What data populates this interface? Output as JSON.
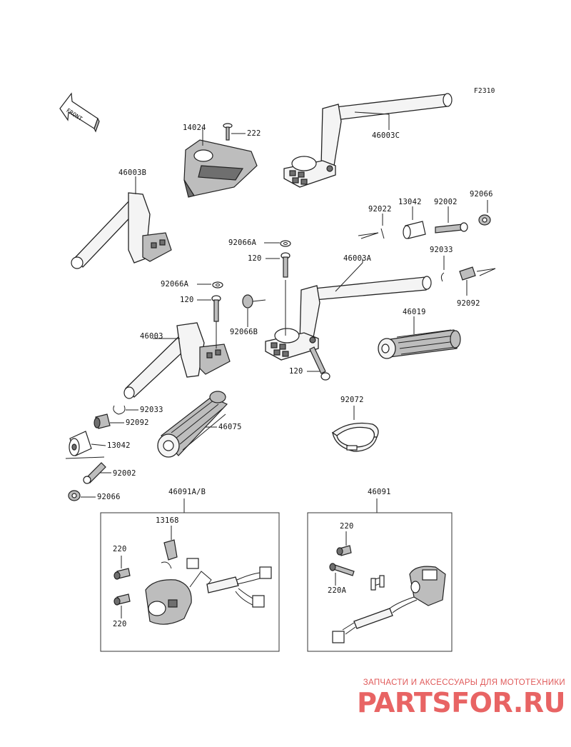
{
  "diagram": {
    "figure_code": "F2310",
    "front_marker": "FRONT",
    "labels": {
      "p14024": "14024",
      "p222": "222",
      "p46003C": "46003C",
      "p46003B": "46003B",
      "p13042_top": "13042",
      "p92002_top": "92002",
      "p92066_top": "92066",
      "p92022": "92022",
      "p92066A_1": "92066A",
      "p120_1": "120",
      "p46003A": "46003A",
      "p92033_top": "92033",
      "p92092_top": "92092",
      "p92066A_2": "92066A",
      "p120_2": "120",
      "p92066B": "92066B",
      "p46019": "46019",
      "p46003": "46003",
      "p120_3": "120",
      "p92033_left": "92033",
      "p92092_left": "92092",
      "p46075": "46075",
      "p13042_left": "13042",
      "p92072": "92072",
      "p92002_left": "92002",
      "p92066_left": "92066",
      "p46091AB": "46091A/B",
      "p46091": "46091",
      "p13168": "13168",
      "p220_a": "220",
      "p220_b": "220",
      "p220_right": "220",
      "p220A": "220A"
    }
  },
  "watermark": {
    "tagline": "ЗАПЧАСТИ И АКСЕССУАРЫ ДЛЯ МОТОТЕХНИКИ",
    "logo": "PARTSFOR.RU",
    "color": "#e86464"
  }
}
